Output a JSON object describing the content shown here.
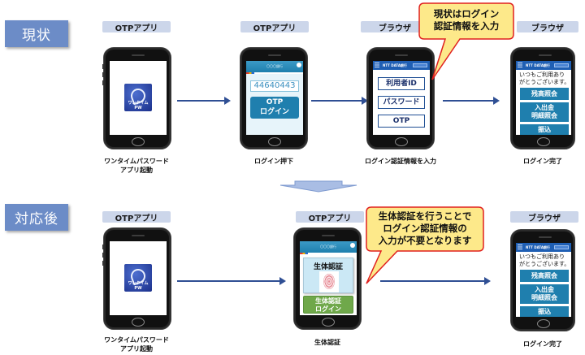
{
  "sections": {
    "current": {
      "label": "現状"
    },
    "after": {
      "label": "対応後"
    }
  },
  "current_flow": [
    {
      "tag": "OTPアプリ",
      "caption_lines": [
        "ワンタイムパスワード",
        "アプリ起動"
      ],
      "screen": "otp_icon"
    },
    {
      "tag": "OTPアプリ",
      "caption_lines": [
        "ログイン押下"
      ],
      "screen": "otp_app"
    },
    {
      "tag": "ブラウザ",
      "caption_lines": [
        "ログイン認証情報を入力"
      ],
      "screen": "browser_login"
    },
    {
      "tag": "ブラウザ",
      "caption_lines": [
        "ログイン完了"
      ],
      "screen": "browser_menu"
    }
  ],
  "after_flow": [
    {
      "tag": "OTPアプリ",
      "caption_lines": [
        "ワンタイムパスワード",
        "アプリ起動"
      ],
      "screen": "otp_icon"
    },
    {
      "tag": "OTPアプリ",
      "caption_lines": [
        "生体認証"
      ],
      "screen": "bio_auth"
    },
    {
      "tag": "ブラウザ",
      "caption_lines": [
        "ログイン完了"
      ],
      "screen": "browser_menu"
    }
  ],
  "otp_icon": {
    "label": "ワンタイムPW"
  },
  "otp_app": {
    "header_title": "〇〇〇銀行",
    "code": "44640443",
    "login_button": [
      "OTP",
      "ログイン"
    ]
  },
  "browser": {
    "brand": "NTT DATA銀行",
    "login_fields": [
      "利用者ID",
      "パスワード",
      "OTP"
    ],
    "welcome_lines": [
      "いつもご利用あり",
      "がとうございます。"
    ],
    "menu_buttons": [
      {
        "lines": [
          "残高照会"
        ]
      },
      {
        "lines": [
          "入出金",
          "明細照会"
        ]
      },
      {
        "lines": [
          "振込"
        ]
      }
    ]
  },
  "bio_auth": {
    "header_title": "〇〇〇銀行",
    "panel_title": "生体認証",
    "login_button": [
      "生体認証",
      "ログイン"
    ]
  },
  "callouts": {
    "current": [
      "現状はログイン",
      "認証情報を入力"
    ],
    "after": [
      "生体認証を行うことで",
      "ログイン認証情報の",
      "入力が不要となります"
    ]
  },
  "colors": {
    "section_label": "#6c8cc7",
    "tag_bg": "#ccd6ea",
    "arrow": "#2f4f94",
    "callout_fill": "#fde98a",
    "callout_stroke": "#e0201e",
    "otp_blue": "#1f7fae",
    "bio_green": "#6fa84a"
  }
}
